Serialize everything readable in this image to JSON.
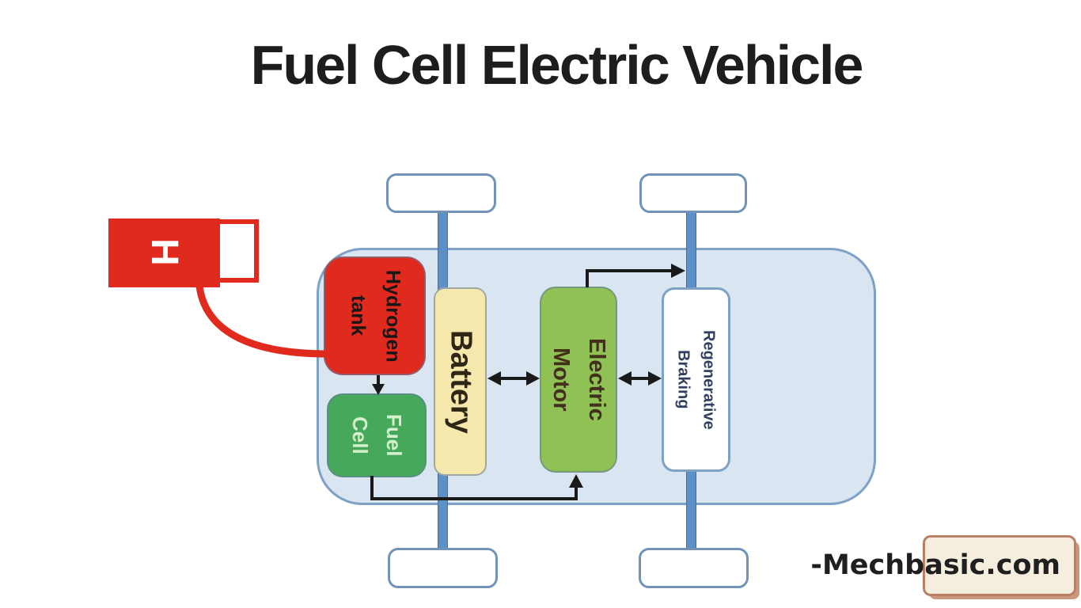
{
  "title": "Fuel Cell Electric Vehicle",
  "diagram": {
    "station": {
      "symbol": "H"
    },
    "components": {
      "hydrogen_tank": {
        "label": "Hydrogen\ntank"
      },
      "fuel_cell": {
        "label": "Fuel\nCell"
      },
      "battery": {
        "label": "Battery"
      },
      "electric_motor": {
        "label": "Electric\nMotor"
      },
      "regenerative_braking": {
        "label": "Regenerative\nBraking"
      }
    },
    "connections": [
      "hydrogen station to hydrogen tank (red hose)",
      "hydrogen tank to fuel cell (down arrow)",
      "battery to electric motor (double arrow)",
      "electric motor to regenerative braking (double arrow)",
      "electric motor to rear axle (right arrow)",
      "fuel cell to electric motor (bottom path, up arrow)"
    ]
  },
  "watermark": {
    "text": "-Mechbasic.com"
  },
  "colors": {
    "red": "#E02A1E",
    "fuel_cell_green": "#45A85A",
    "motor_green": "#90C155",
    "battery_cream": "#F6E7AD",
    "body_fill": "#DAE5F2",
    "body_border": "#7FA1C5",
    "axle_blue": "#5C90C6",
    "arrow": "#1A1A1A",
    "watermark_bg": "#F5EEDE",
    "watermark_border": "#BA8065",
    "title_text": "#1d1d1f"
  }
}
